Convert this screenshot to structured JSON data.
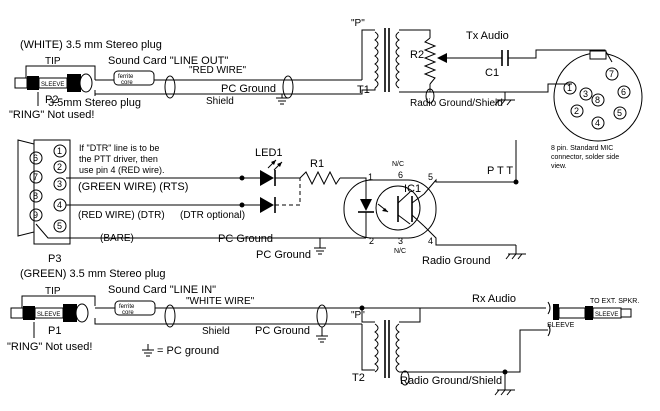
{
  "top": {
    "plug_label": "(WHITE) 3.5 mm Stereo plug",
    "tip": "TIP",
    "plug_designator": "P2",
    "ring_note": "\"RING\" Not used!",
    "plug_label_below": "3.5mm Stereo plug",
    "sound_card": "Sound Card \"LINE OUT\"",
    "wire_name": "\"RED WIRE\"",
    "shield": "Shield",
    "pc_ground": "PC Ground",
    "transformer_p": "\"P\"",
    "transformer": "T1",
    "pot": "R2",
    "tx_audio": "Tx Audio",
    "cap": "C1",
    "radio_ground": "Radio Ground/Shield",
    "mic_note": [
      "8 pin. Standard MIC",
      "connector, solder side",
      "view."
    ],
    "mic_pins": [
      "1",
      "2",
      "3",
      "4",
      "5",
      "6",
      "7",
      "8"
    ]
  },
  "middle": {
    "db9_pins": [
      "1",
      "2",
      "3",
      "4",
      "5",
      "6",
      "7",
      "8",
      "9"
    ],
    "dtr_note": [
      "If \"DTR\" line is to be",
      "the PTT driver, then",
      "use pin 4 (RED wire)."
    ],
    "green_wire": "(GREEN WIRE) (RTS)",
    "red_wire": "(RED WIRE) (DTR)",
    "dtr_optional": "(DTR optional)",
    "bare": "(BARE)",
    "pc_ground": "PC Ground",
    "pc_ground_2": "PC Ground",
    "connector": "P3",
    "led": "LED1",
    "resistor": "R1",
    "ic": "IC1",
    "nc": "N/C",
    "ic_pins": [
      "1",
      "2",
      "6",
      "5",
      "4",
      "3"
    ],
    "ptt": "P T T",
    "radio_ground": "Radio Ground"
  },
  "bottom": {
    "plug_label": "(GREEN) 3.5 mm Stereo plug",
    "tip": "TIP",
    "plug_designator": "P1",
    "ring_note": "\"RING\" Not used!",
    "sound_card": "Sound Card \"LINE IN\"",
    "wire_name": "\"WHITE WIRE\"",
    "shield": "Shield",
    "pc_ground": "PC Ground",
    "pc_ground_legend": "= PC ground",
    "rx_audio": "Rx Audio",
    "transformer_p": "\"P\"",
    "transformer": "T2",
    "radio_ground": "Radio Ground/Shield",
    "sleeve": "SLEEVE",
    "ext_spkr": "TO EXT. SPKR."
  }
}
